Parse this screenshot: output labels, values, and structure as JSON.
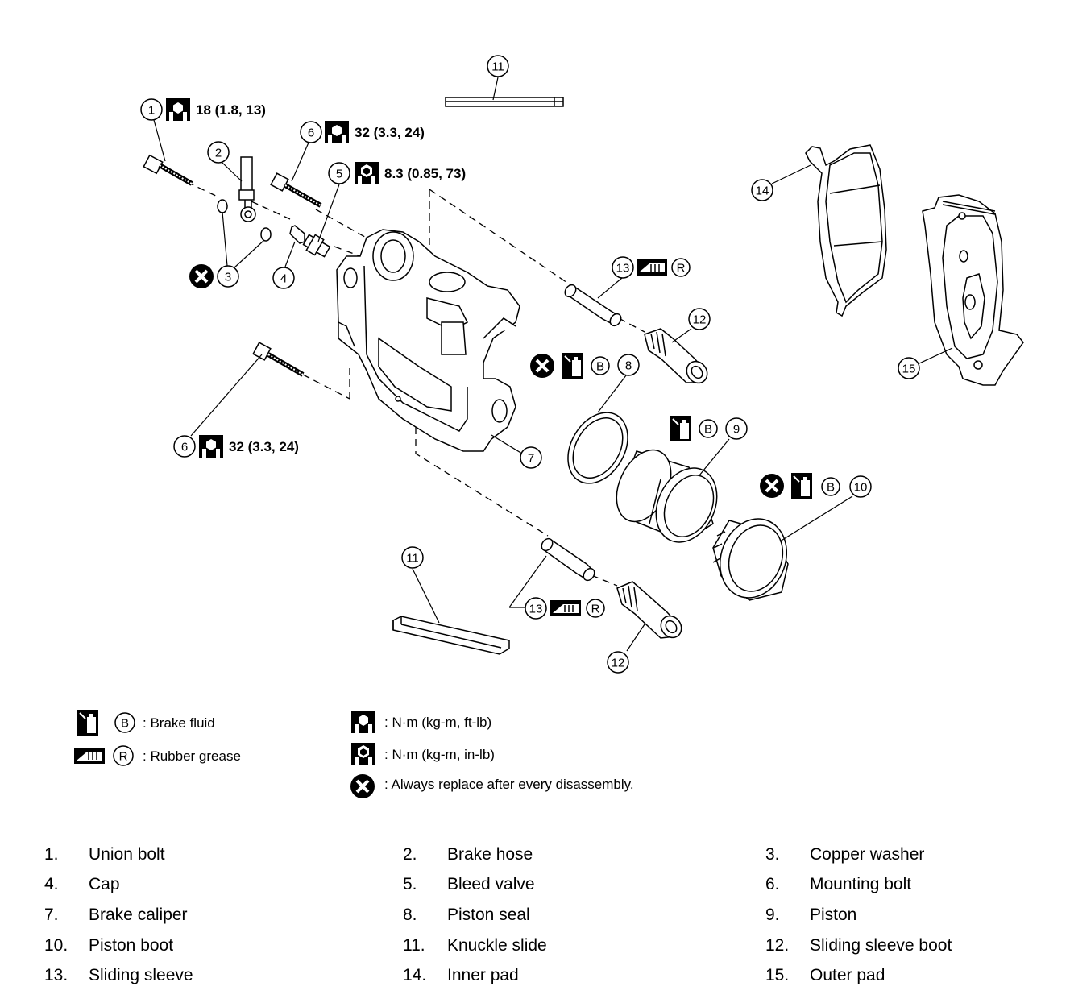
{
  "callouts": {
    "c1": "1",
    "c2": "2",
    "c3": "3",
    "c4": "4",
    "c5": "5",
    "c6a": "6",
    "c6b": "6",
    "c7": "7",
    "c8": "8",
    "c9": "9",
    "c10": "10",
    "c11a": "11",
    "c11b": "11",
    "c12a": "12",
    "c12b": "12",
    "c13a": "13",
    "c13b": "13",
    "c14": "14",
    "c15": "15"
  },
  "torques": {
    "union_bolt": "18 (1.8, 13)",
    "mounting_bolt_top": "32 (3.3, 24)",
    "bleed_valve": "8.3 (0.85, 73)",
    "mounting_bolt_bottom": "32 (3.3, 24)"
  },
  "symbols": {
    "brake_fluid_letter": "B",
    "rubber_grease_letter": "R"
  },
  "legend": {
    "brake_fluid": ": Brake fluid",
    "rubber_grease": ": Rubber grease",
    "torque_ftlb": ": N·m (kg-m, ft-lb)",
    "torque_inlb": ": N·m (kg-m, in-lb)",
    "replace": ": Always replace after every disassembly."
  },
  "parts": [
    {
      "num": "1.",
      "name": "Union bolt"
    },
    {
      "num": "2.",
      "name": "Brake hose"
    },
    {
      "num": "3.",
      "name": "Copper washer"
    },
    {
      "num": "4.",
      "name": "Cap"
    },
    {
      "num": "5.",
      "name": "Bleed valve"
    },
    {
      "num": "6.",
      "name": "Mounting bolt"
    },
    {
      "num": "7.",
      "name": "Brake caliper"
    },
    {
      "num": "8.",
      "name": "Piston seal"
    },
    {
      "num": "9.",
      "name": "Piston"
    },
    {
      "num": "10.",
      "name": "Piston boot"
    },
    {
      "num": "11.",
      "name": "Knuckle slide"
    },
    {
      "num": "12.",
      "name": "Sliding sleeve boot"
    },
    {
      "num": "13.",
      "name": "Sliding sleeve"
    },
    {
      "num": "14.",
      "name": "Inner pad"
    },
    {
      "num": "15.",
      "name": "Outer pad"
    }
  ]
}
